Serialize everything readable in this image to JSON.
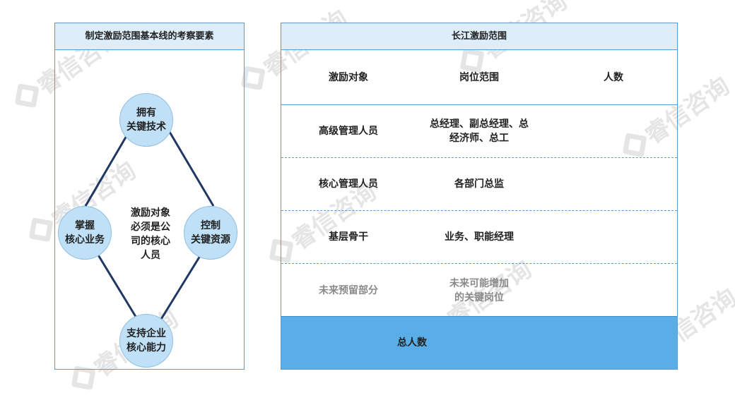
{
  "watermark": "睿信咨询",
  "left_panel": {
    "title": "制定激励范围基本线的考察要素",
    "top": "拥有\n关键技术",
    "left": "掌握\n核心业务",
    "right": "控制\n关键资源",
    "bottom": "支持企业\n核心能力",
    "center": "激励对象\n必须是公\n司的核心\n人员"
  },
  "right_panel": {
    "title": "长江激励范围",
    "headers": [
      "激励对象",
      "岗位范围",
      "人数"
    ],
    "rows": [
      {
        "target": "高级管理人员",
        "scope": "总经理、副总经理、总\n经济师、总工",
        "count": ""
      },
      {
        "target": "核心管理人员",
        "scope": "各部门总监",
        "count": ""
      },
      {
        "target": "基层骨干",
        "scope": "业务、职能经理",
        "count": ""
      },
      {
        "target": "未来预留部分",
        "scope": "未来可能增加\n的关键岗位",
        "count": ""
      }
    ],
    "total_label": "总人数"
  },
  "colors": {
    "border": "#5b9bd5",
    "title_bg": "#ddeefa",
    "circle": "#bfe0f7",
    "total_bg": "#5aaee8",
    "line": "#1f3864"
  }
}
